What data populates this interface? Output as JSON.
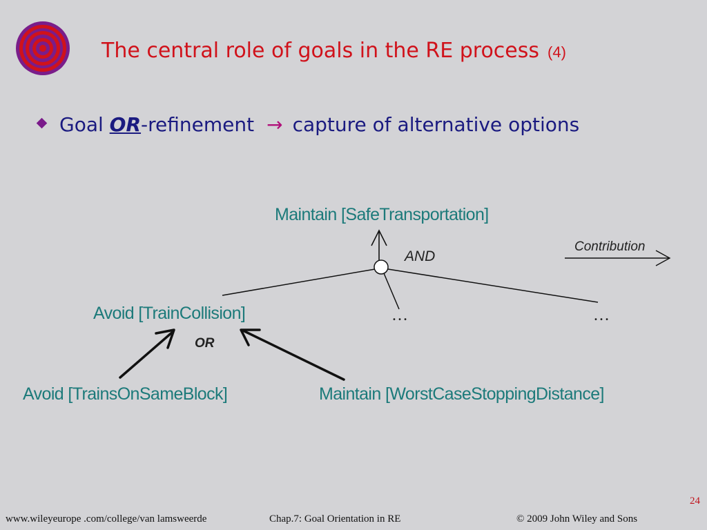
{
  "slide": {
    "title": "The central role of goals in the RE process",
    "title_number": "(4)",
    "bullet": {
      "prefix": "Goal ",
      "emphasis": "OR",
      "middle": "-refinement",
      "arrow": "→",
      "suffix": "capture of alternative options"
    },
    "page_number": "24"
  },
  "diagram": {
    "root_goal": "Maintain [SafeTransportation]",
    "and_label": "AND",
    "legend_label": "Contribution",
    "child_goal": "Avoid [TrainCollision]",
    "ellipsis_middle": "…",
    "ellipsis_right": "…",
    "or_label": "OR",
    "alt_goal_left": "Avoid [TrainsOnSameBlock]",
    "alt_goal_right": "Maintain [WorstCaseStoppingDistance]"
  },
  "footer": {
    "url": "www.wileyeurope .com/college/van lamsweerde",
    "chapter": "Chap.7:  Goal Orientation in RE",
    "copyright": "©  2009 John Wiley and Sons"
  },
  "colors": {
    "title": "#d0121b",
    "bullet_text": "#1a1a80",
    "goal_text": "#1c7a7a",
    "background": "#d3d3d6"
  }
}
